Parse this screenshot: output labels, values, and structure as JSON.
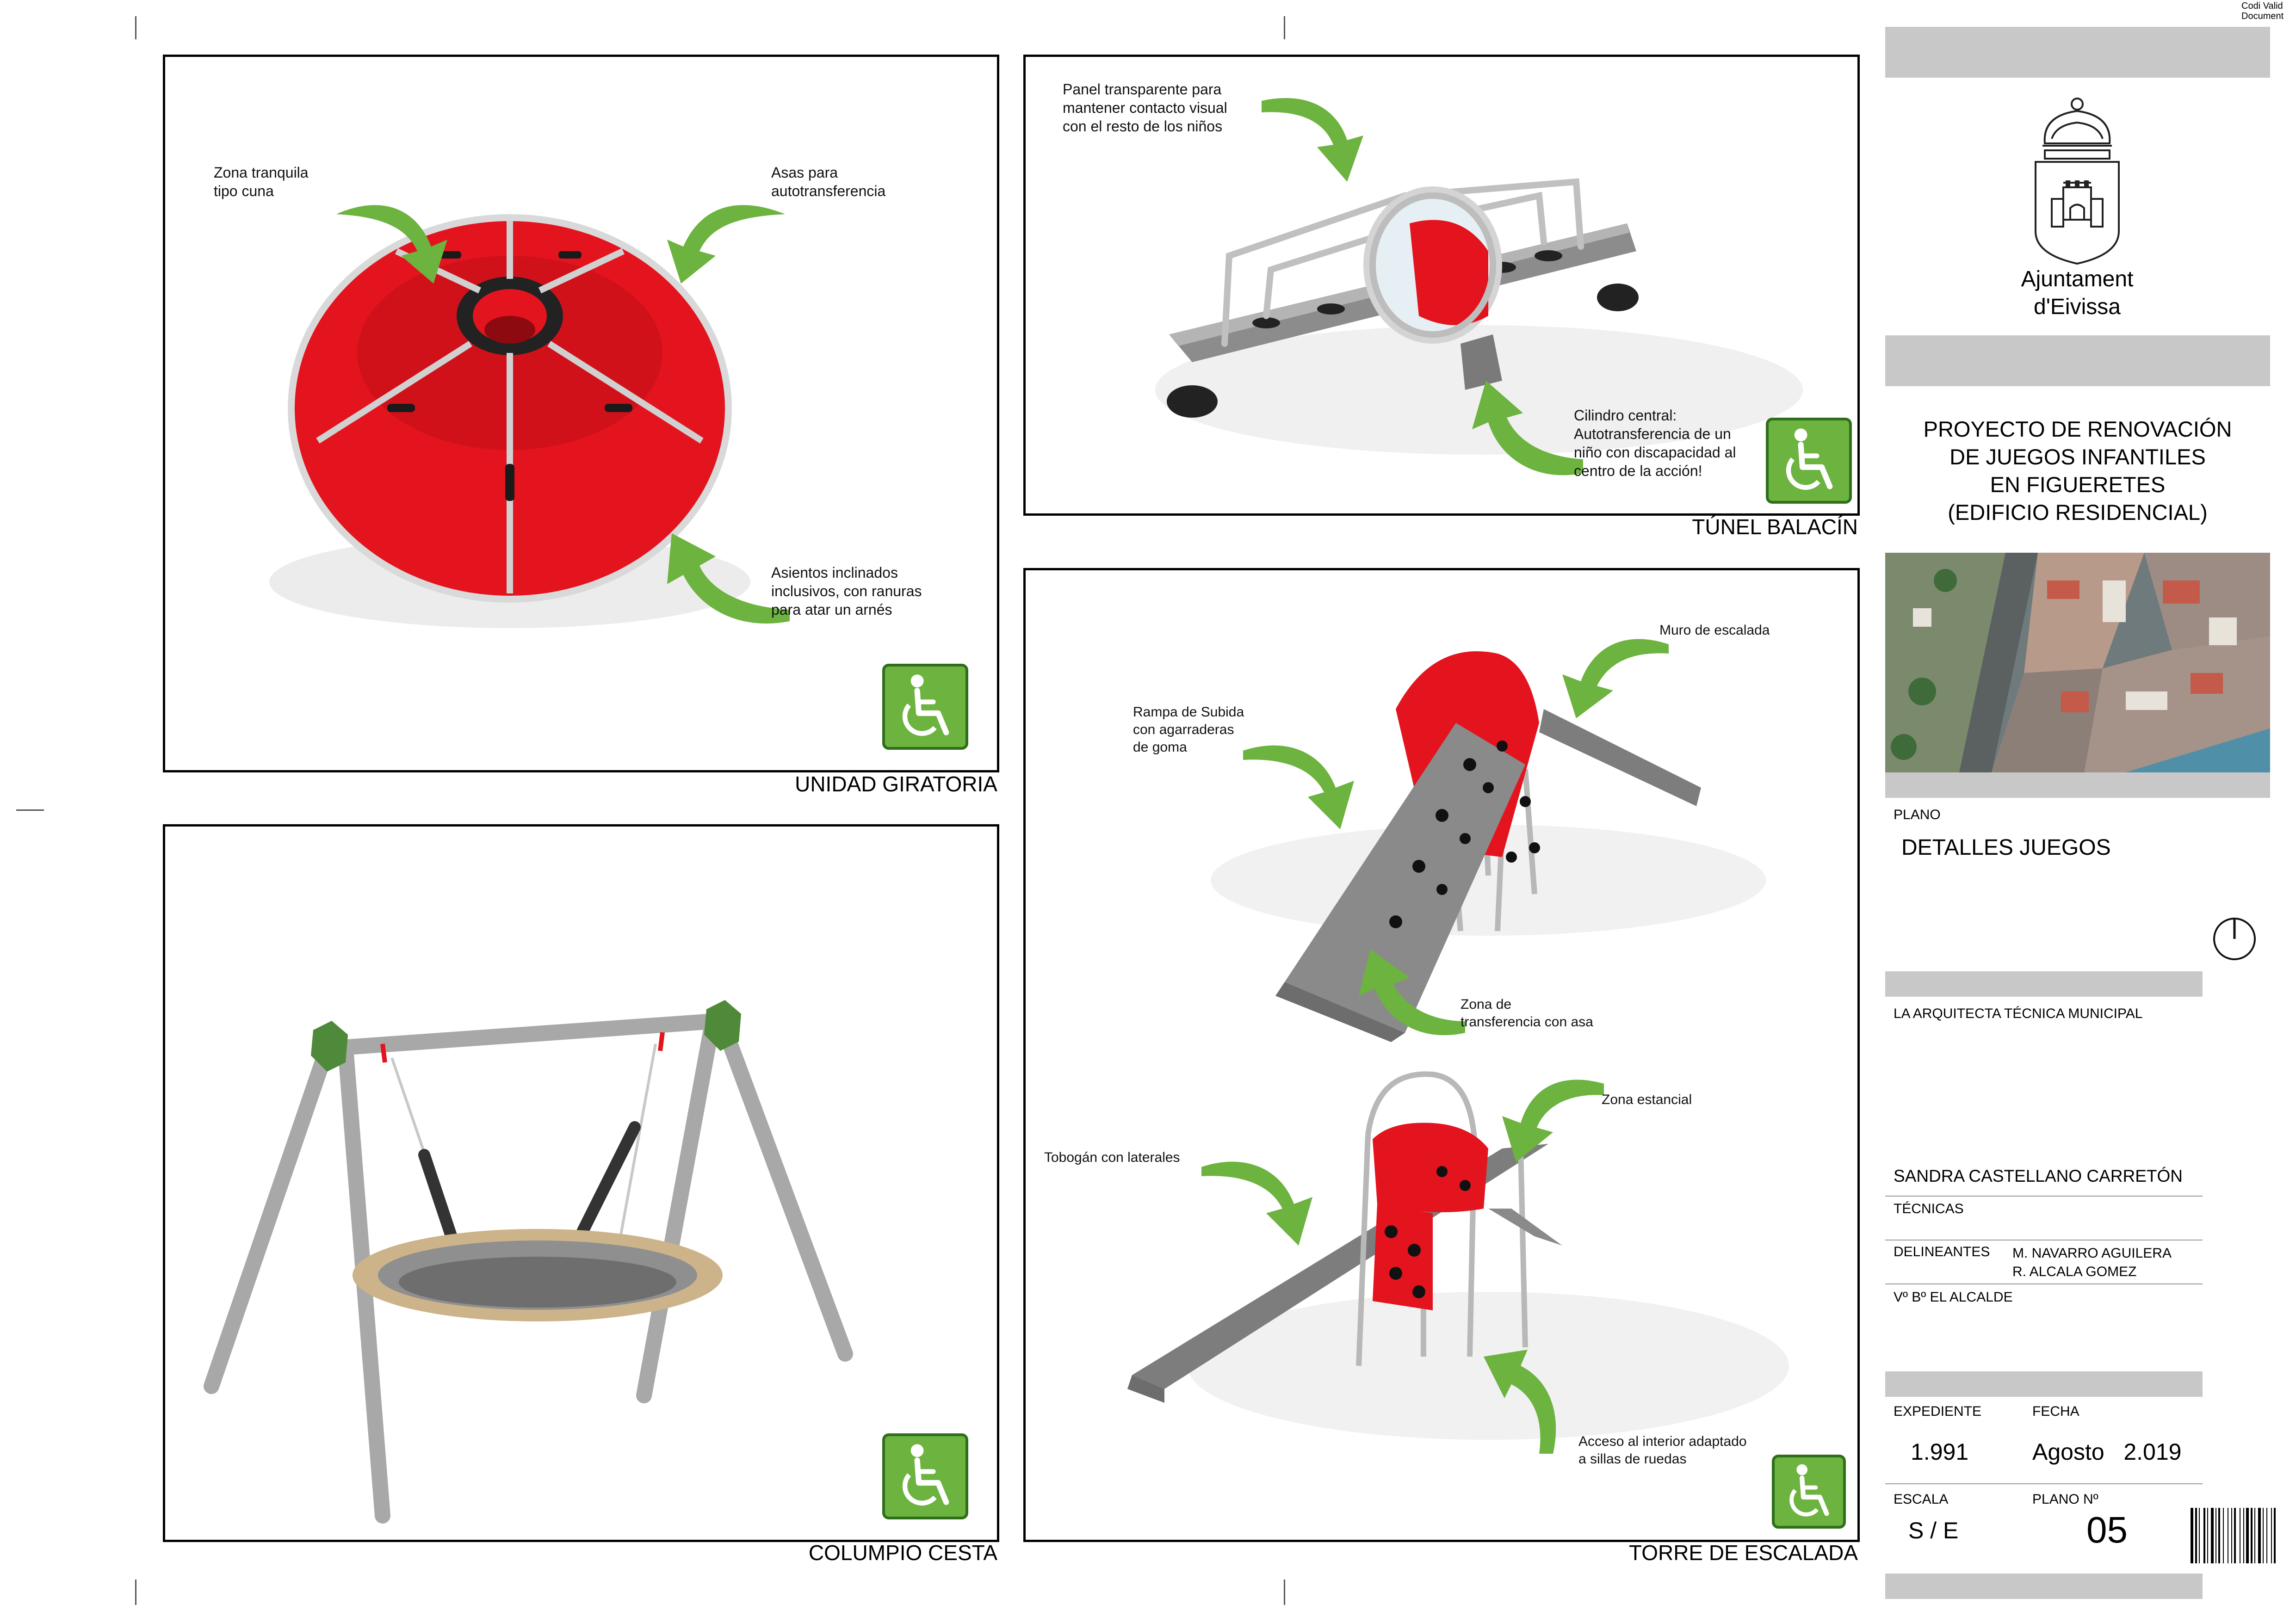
{
  "corner_text": [
    "Codi Valid",
    "Document"
  ],
  "panels": {
    "giratoria": {
      "title": "UNIDAD GIRATORIA",
      "notes": {
        "zona": "Zona tranquila\ntipo cuna",
        "asas": "Asas para\nautotransferencia",
        "asientos": "Asientos inclinados\ninclusivos, con ranuras\npara atar un arnés"
      }
    },
    "tunel": {
      "title": "TÚNEL BALACÍN",
      "notes": {
        "panel": "Panel transparente para\nmantener contacto visual\ncon el resto de los niños",
        "cilindro": "Cilindro central:\nAutotransferencia de un\nniño con discapacidad al\ncentro de la acción!"
      }
    },
    "columpio": {
      "title": "COLUMPIO CESTA"
    },
    "torre": {
      "title": "TORRE DE ESCALADA",
      "notes": {
        "muro": "Muro de escalada",
        "rampa": "Rampa de Subida\ncon agarraderas\nde goma",
        "zona_transferencia": "Zona de\ntransferencia con asa",
        "zona_estancial": "Zona estancial",
        "tobogan": "Tobogán con laterales",
        "acceso": "Acceso al interior adaptado\na sillas de ruedas"
      }
    }
  },
  "title_block": {
    "org_name": "Ajuntament\nd'Eivissa",
    "project": "PROYECTO DE RENOVACIÓN\nDE JUEGOS INFANTILES\nEN FIGUERETES\n(EDIFICIO RESIDENCIAL)",
    "plano_label": "PLANO",
    "plano_value": "DETALLES JUEGOS",
    "arquitecta_label": "LA ARQUITECTA TÉCNICA MUNICIPAL",
    "arquitecta_name": "SANDRA CASTELLANO CARRETÓN",
    "tecnicas_label": "TÉCNICAS",
    "delineantes_label": "DELINEANTES",
    "delineantes_names": "M. NAVARRO AGUILERA\nR. ALCALA GOMEZ",
    "alcalde_label": "Vº Bº EL ALCALDE",
    "expediente_label": "EXPEDIENTE",
    "expediente_value": "1.991",
    "fecha_label": "FECHA",
    "fecha_value": "Agosto   2.019",
    "escala_label": "ESCALA",
    "escala_value": "S / E",
    "plano_n_label": "PLANO Nº",
    "plano_n_value": "05"
  },
  "colors": {
    "arrow_green": "#6cb33f",
    "equipment_red": "#e3141e",
    "wheelchair_green": "#6cb33f",
    "bar_gray": "#c8c8c8"
  }
}
